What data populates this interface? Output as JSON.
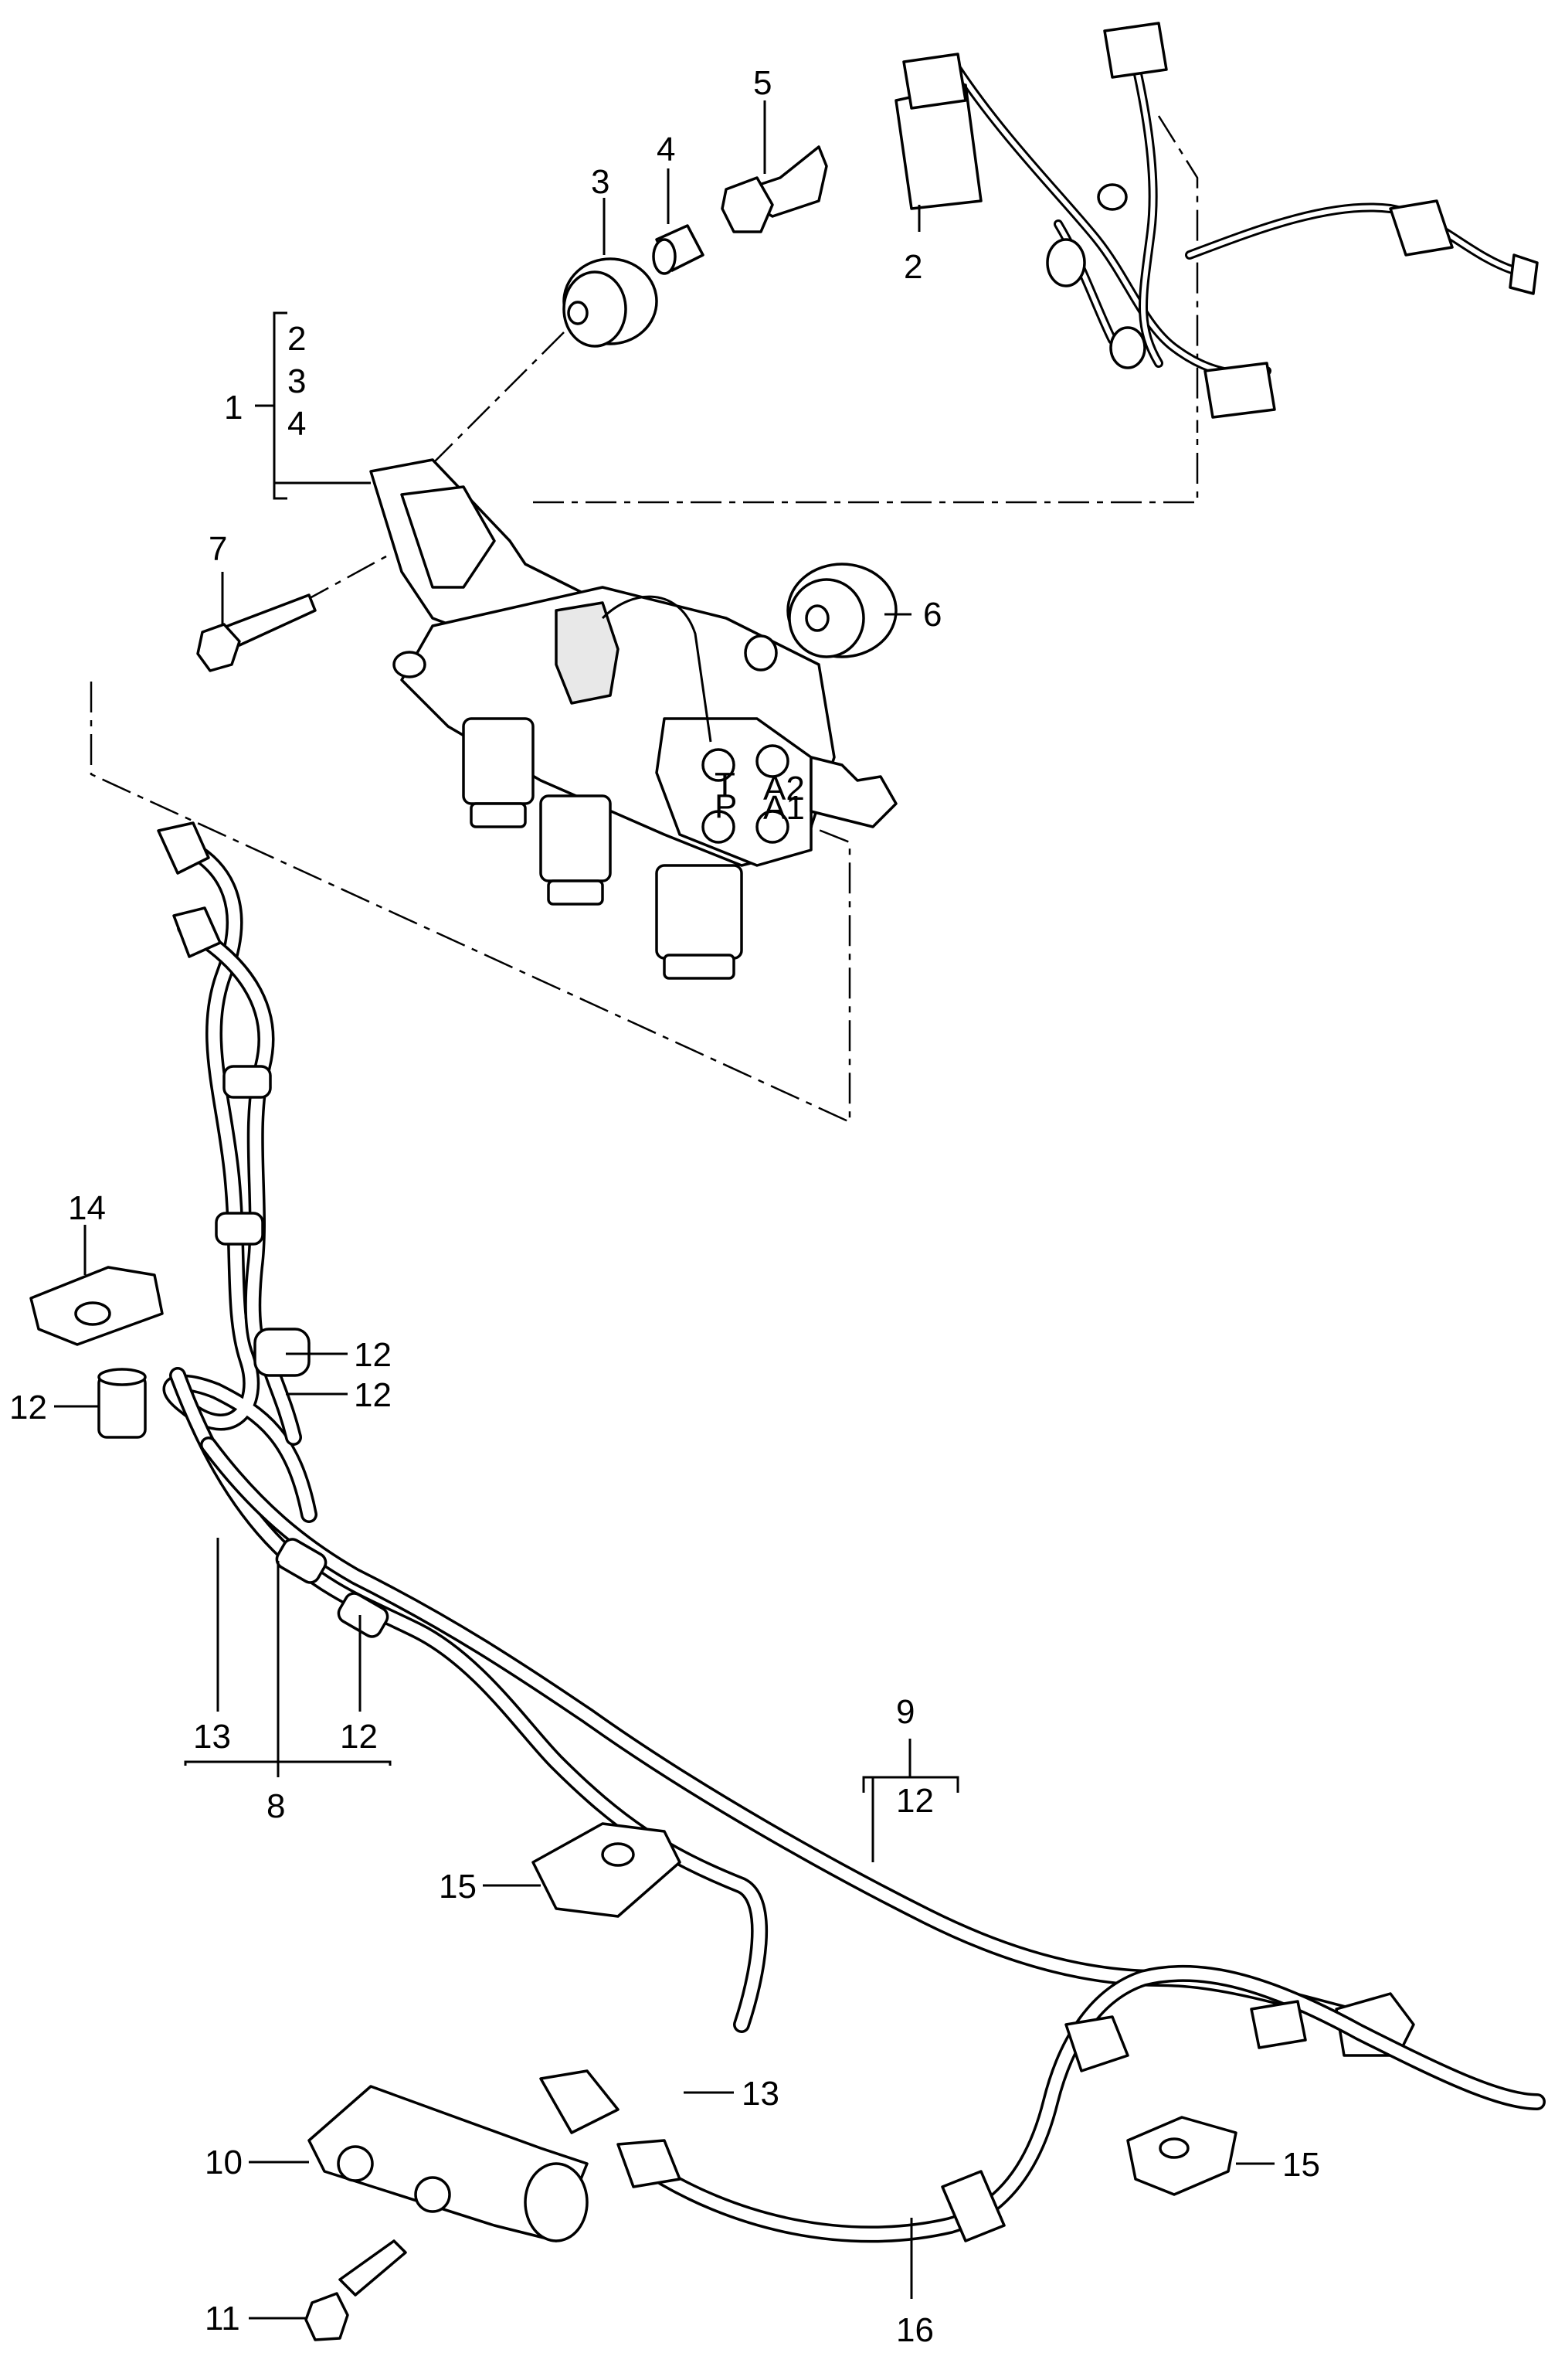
{
  "callouts": {
    "c1": "1",
    "c1_sub": [
      "2",
      "3",
      "4"
    ],
    "c2": "2",
    "c3": "3",
    "c4": "4",
    "c5": "5",
    "c6": "6",
    "c7": "7",
    "c8": "8",
    "c8_sub": [
      "13",
      "12"
    ],
    "c9": "9",
    "c9_sub": [
      "12"
    ],
    "c10": "10",
    "c11": "11",
    "c12_a": "12",
    "c12_b": "12",
    "c12_c": "12",
    "c13_b": "13",
    "c14": "14",
    "c15_a": "15",
    "c15_b": "15",
    "c16": "16"
  },
  "port_labels": [
    "T",
    "P",
    "A2",
    "A1"
  ]
}
